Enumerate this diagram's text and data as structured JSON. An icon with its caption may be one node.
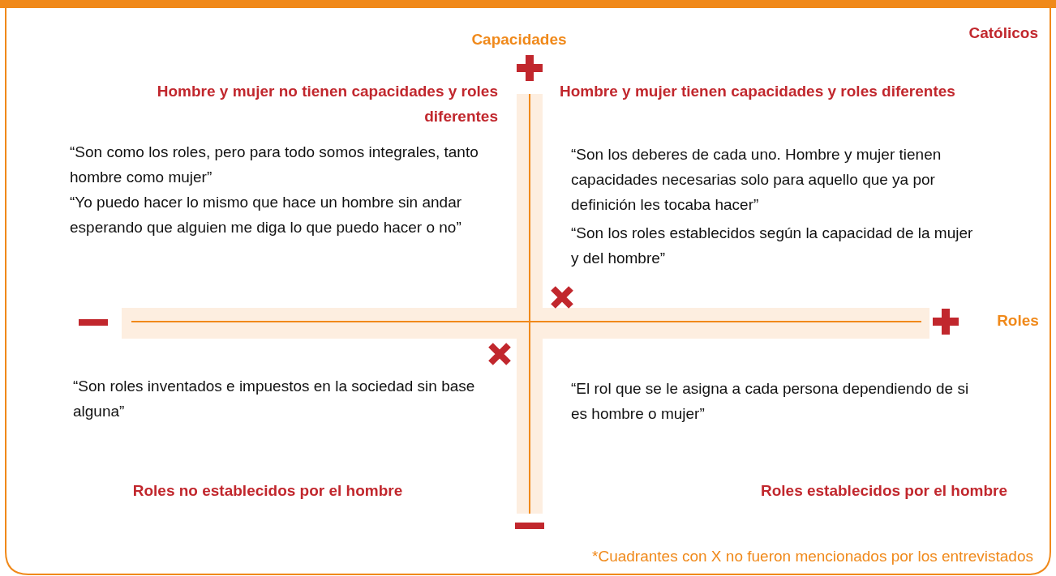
{
  "diagram": {
    "title": "Católicos",
    "caption": "*Cuadrantes con X no fueron mencionados por los entrevistados",
    "labels": [
      "Capacidades",
      "Hombre y mujer no tienen capacidades y roles diferentes",
      "Hombre y mujer tienen capacidades y roles diferentes",
      "“Son como los roles, pero para todo somos integrales, tanto hombre como mujer”",
      "“Yo puedo hacer lo mismo que hace un hombre sin andar esperando que alguien me diga lo que puedo hacer o no”",
      "“Son los deberes de cada uno. Hombre y mujer tienen capacidades necesarias solo para aquello que ya por definición les tocaba hacer”",
      "“Son los roles establecidos según la capacidad de la mujer y del hombre”",
      "Roles",
      "“Son roles inventados e impuestos en la sociedad sin base alguna”",
      "“El rol que se le asigna a cada persona dependiendo de si es hombre o mujer”",
      "Roles no establecidos por el hombre",
      "Roles establecidos por el hombre"
    ]
  }
}
